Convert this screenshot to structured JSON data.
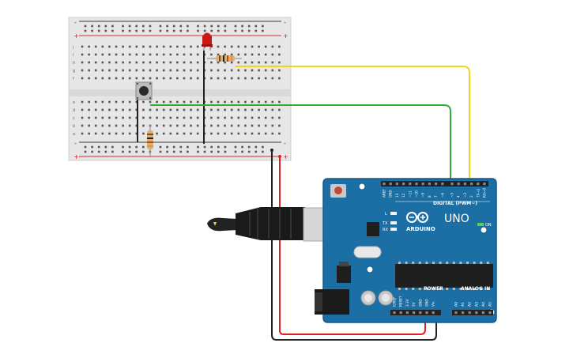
{
  "breadboard": {
    "rail_labels": {
      "minus": "-",
      "plus": "+"
    },
    "row_letters_top": [
      "j",
      "i",
      "h",
      "g",
      "f"
    ],
    "row_letters_bottom": [
      "e",
      "d",
      "c",
      "b",
      "a"
    ],
    "column_count": 30
  },
  "arduino": {
    "brand_logo": "ARDUINO",
    "model": "UNO",
    "digital_header_label": "DIGITAL (PWM~)",
    "digital_pins": [
      "AREF",
      "GND",
      "13",
      "12",
      "~11",
      "~10",
      "~9",
      "8",
      "7",
      "~6",
      "~5",
      "4",
      "~3",
      "2",
      "TX→1",
      "RX←0"
    ],
    "power_header_label": "POWER",
    "power_pins": [
      "IOREF",
      "RESET",
      "3.3V",
      "5V",
      "GND",
      "GND",
      "Vin"
    ],
    "analog_header_label": "ANALOG IN",
    "analog_pins": [
      "A0",
      "A1",
      "A2",
      "A3",
      "A4",
      "A5"
    ],
    "led_labels": [
      "L",
      "TX",
      "RX"
    ],
    "on_label": "ON"
  },
  "colors": {
    "board_blue": "#1b6fa5",
    "board_dark": "#155a88",
    "breadboard_bg": "#e8e8e8",
    "wire_red": "#e02020",
    "wire_black": "#222222",
    "wire_green": "#3aaa35",
    "wire_yellow": "#f2d41a",
    "led_red": "#c81818"
  },
  "components": {
    "led": "led-icon",
    "resistors": [
      "resistor-icon",
      "resistor-icon"
    ],
    "pushbutton": "pushbutton-icon",
    "usb_cable": "usb-cable-icon"
  }
}
